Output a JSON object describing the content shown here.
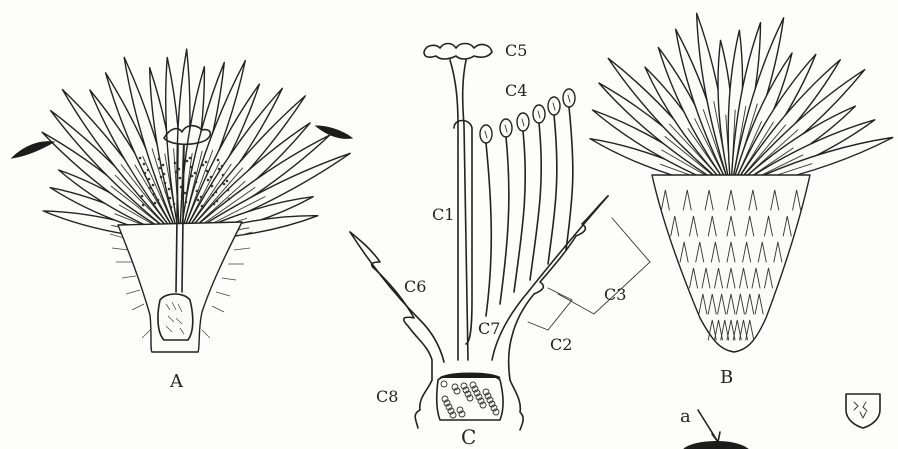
{
  "labels": {
    "figure_a": "A",
    "figure_b": "B",
    "figure_c": "C",
    "c1": "C1",
    "c2": "C2",
    "c3": "C3",
    "c4": "C4",
    "c5": "C5",
    "c6": "C6",
    "c7": "C7",
    "c8": "C8",
    "pointer_a": "a"
  },
  "colors": {
    "ink": "#222222",
    "paper": "#fdfdfc"
  },
  "icons": {
    "corner_mark": "shield-monogram-icon"
  }
}
